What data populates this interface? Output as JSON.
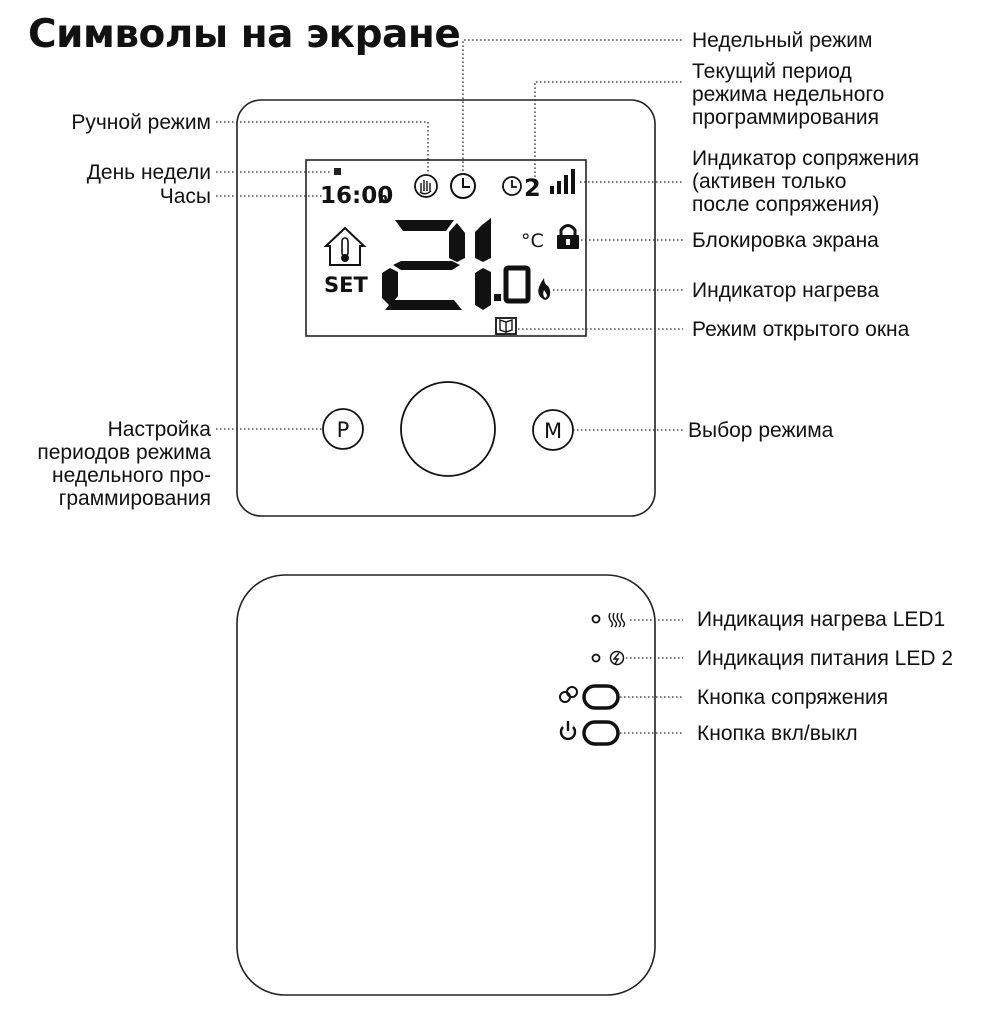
{
  "title": "Символы на экране",
  "display": {
    "clock": "16:00",
    "clock_suffix": "h",
    "set": "SET",
    "temp_main": "21",
    "temp_decimal": ".0",
    "unit": "°C",
    "period": "2",
    "button_p": "P",
    "button_m": "M"
  },
  "labels": {
    "weekly_mode": "Недельный режим",
    "current_period": [
      "Текущий период",
      "режима недельного",
      "программирования"
    ],
    "manual_mode": "Ручной режим",
    "weekday": "День недели",
    "clock": "Часы",
    "pairing_indicator": [
      "Индикатор сопряжения",
      "(активен только",
      "после сопряжения)"
    ],
    "screen_lock": "Блокировка экрана",
    "heating_indicator": "Индикатор нагрева",
    "open_window": "Режим открытого окна",
    "period_setup": [
      "Настройка",
      "периодов режима",
      "недельного про-",
      "граммирования"
    ],
    "mode_select": "Выбор режима",
    "led1": "Индикация нагрева LED1",
    "led2": "Индикация питания LED 2",
    "pair_button": "Кнопка сопряжения",
    "power_button": "Кнопка вкл/выкл"
  }
}
